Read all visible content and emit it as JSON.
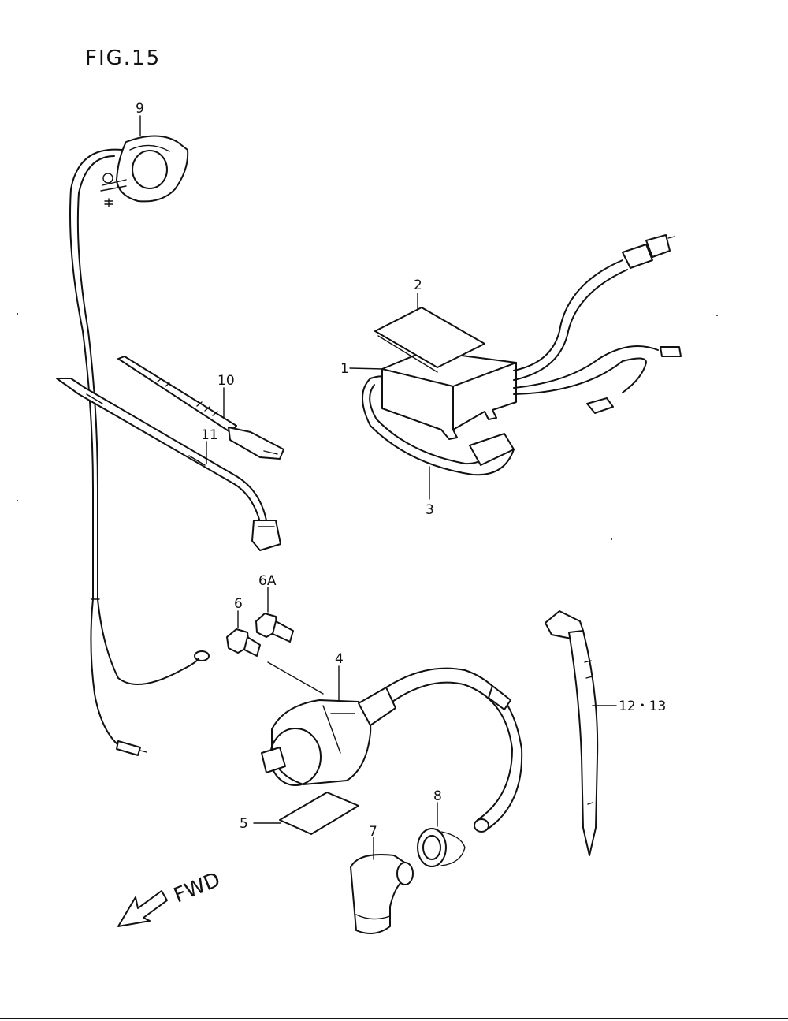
{
  "title": "FIG.15",
  "direction_label": "FWD",
  "parts": {
    "p1": "1",
    "p2": "2",
    "p3": "3",
    "p4": "4",
    "p5": "5",
    "p6": "6",
    "p6a": "6A",
    "p7": "7",
    "p8": "8",
    "p9": "9",
    "p10": "10",
    "p11": "11",
    "p12_13": "12・13"
  }
}
